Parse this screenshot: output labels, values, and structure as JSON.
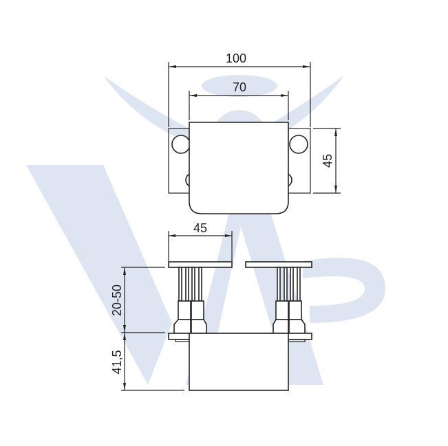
{
  "drawing": {
    "top_view": {
      "width_overall": "100",
      "width_body": "70",
      "depth": "45"
    },
    "side_view": {
      "plate_width": "45",
      "height_adjust": "20-50",
      "body_height": "41,5"
    }
  },
  "colors": {
    "line": "#222222",
    "watermark": "#dde5f2"
  }
}
